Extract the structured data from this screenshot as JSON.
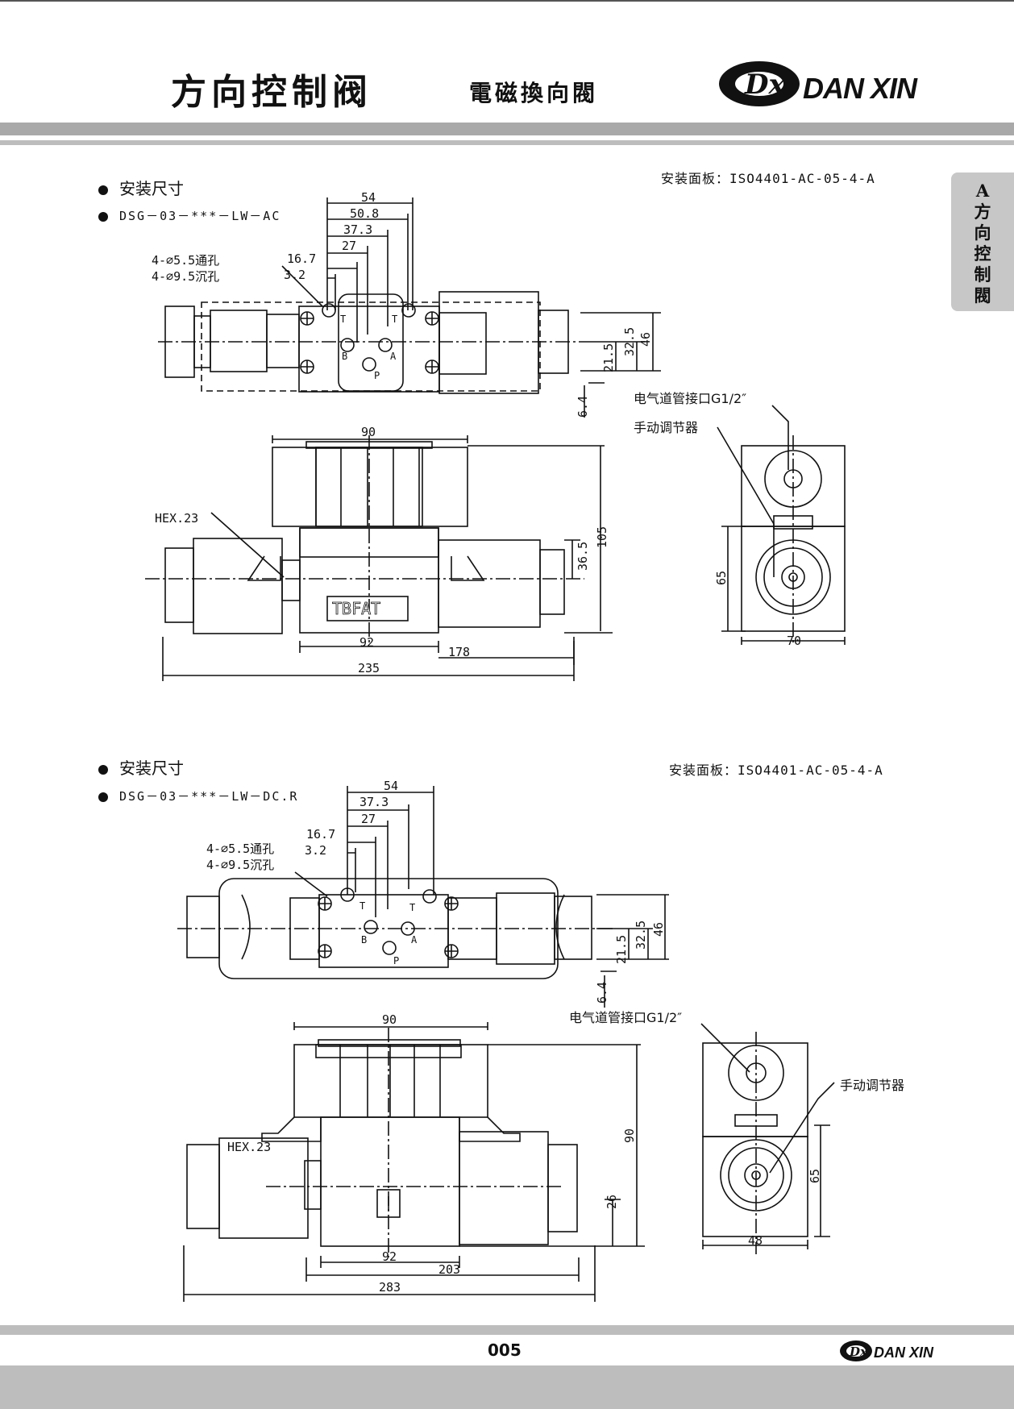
{
  "header": {
    "title": "方向控制阀",
    "subtitle": "電磁換向閥",
    "brand": "DAN XIN",
    "logo_letters": "Dx"
  },
  "side_tab": {
    "letter": "A",
    "chars": [
      "方",
      "向",
      "控",
      "制",
      "閥"
    ]
  },
  "sections": [
    {
      "heading": "安装尺寸",
      "model": "DSG－03－***－LW－AC",
      "mounting_plate": "安装面板：ISO4401-AC-05-4-A",
      "hole_labels": [
        "4-⌀5.5通孔",
        "4-⌀9.5沉孔"
      ],
      "port_labels": [
        "T",
        "T",
        "B",
        "A",
        "P"
      ],
      "callouts": [
        "电气道管接口G1/2″",
        "手动调节器"
      ],
      "hex_label": "HEX.23",
      "nameplate": "TBFAT",
      "dims_top": [
        "54",
        "50.8",
        "37.3",
        "27",
        "16.7",
        "3.2"
      ],
      "dims_right": [
        "46",
        "32.5",
        "21.5",
        "6.4"
      ],
      "dims_front": [
        "90",
        "105",
        "36.5",
        "92",
        "178",
        "235"
      ],
      "dims_side": [
        "65",
        "70"
      ]
    },
    {
      "heading": "安装尺寸",
      "model": "DSG－03－***－LW－DC.R",
      "mounting_plate": "安装面板：ISO4401-AC-05-4-A",
      "hole_labels": [
        "4-⌀5.5通孔",
        "4-⌀9.5沉孔"
      ],
      "port_labels": [
        "T",
        "T",
        "B",
        "A",
        "P"
      ],
      "callouts": [
        "电气道管接口G1/2″",
        "手动调节器"
      ],
      "hex_label": "HEX.23",
      "dims_top": [
        "54",
        "37.3",
        "27",
        "16.7",
        "3.2"
      ],
      "dims_right": [
        "46",
        "32.5",
        "21.5",
        "6.4"
      ],
      "dims_front": [
        "90",
        "90",
        "26",
        "92",
        "203",
        "283"
      ],
      "dims_side": [
        "65",
        "48"
      ]
    }
  ],
  "footer": {
    "page": "005",
    "brand": "DAN XIN",
    "logo_letters": "Dx"
  }
}
